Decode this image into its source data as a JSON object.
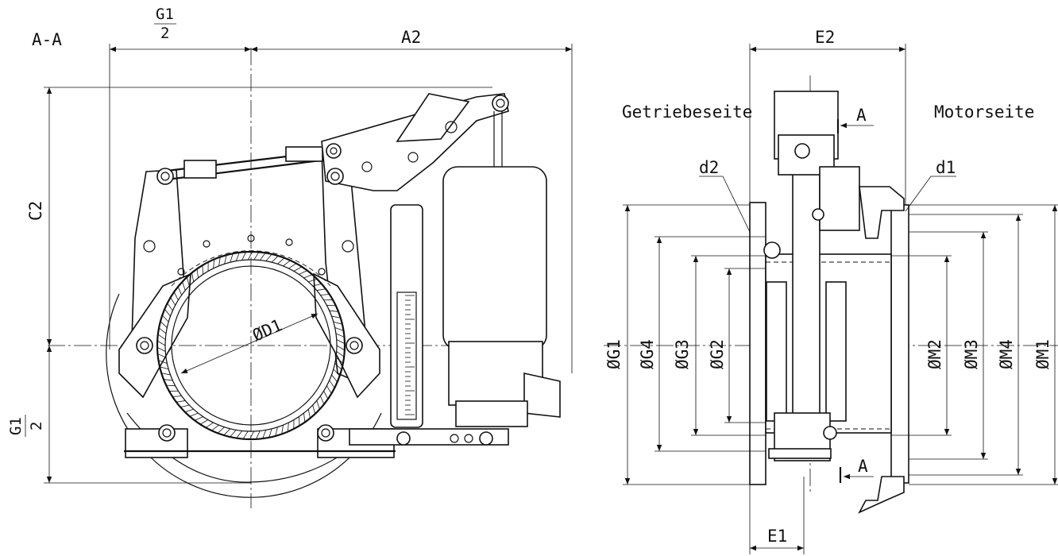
{
  "section_label": "A-A",
  "side_labels": {
    "gearbox_side": "Getriebeseite",
    "motor_side": "Motorseite"
  },
  "section_marks": {
    "upper": "A",
    "lower": "A"
  },
  "dimensions": {
    "g1_half_top_num": "G1",
    "g1_half_top_den": "2",
    "a2": "A2",
    "c2": "C2",
    "g1_half_side_num": "G1",
    "g1_half_side_den": "2",
    "d1_diameter": "ØD1",
    "e2": "E2",
    "e1": "E1",
    "d1_leader": "d1",
    "d2_leader": "d2",
    "g1": "ØG1",
    "g4": "ØG4",
    "g3": "ØG3",
    "g2": "ØG2",
    "m2": "ØM2",
    "m3": "ØM3",
    "m4": "ØM4",
    "m1": "ØM1"
  }
}
